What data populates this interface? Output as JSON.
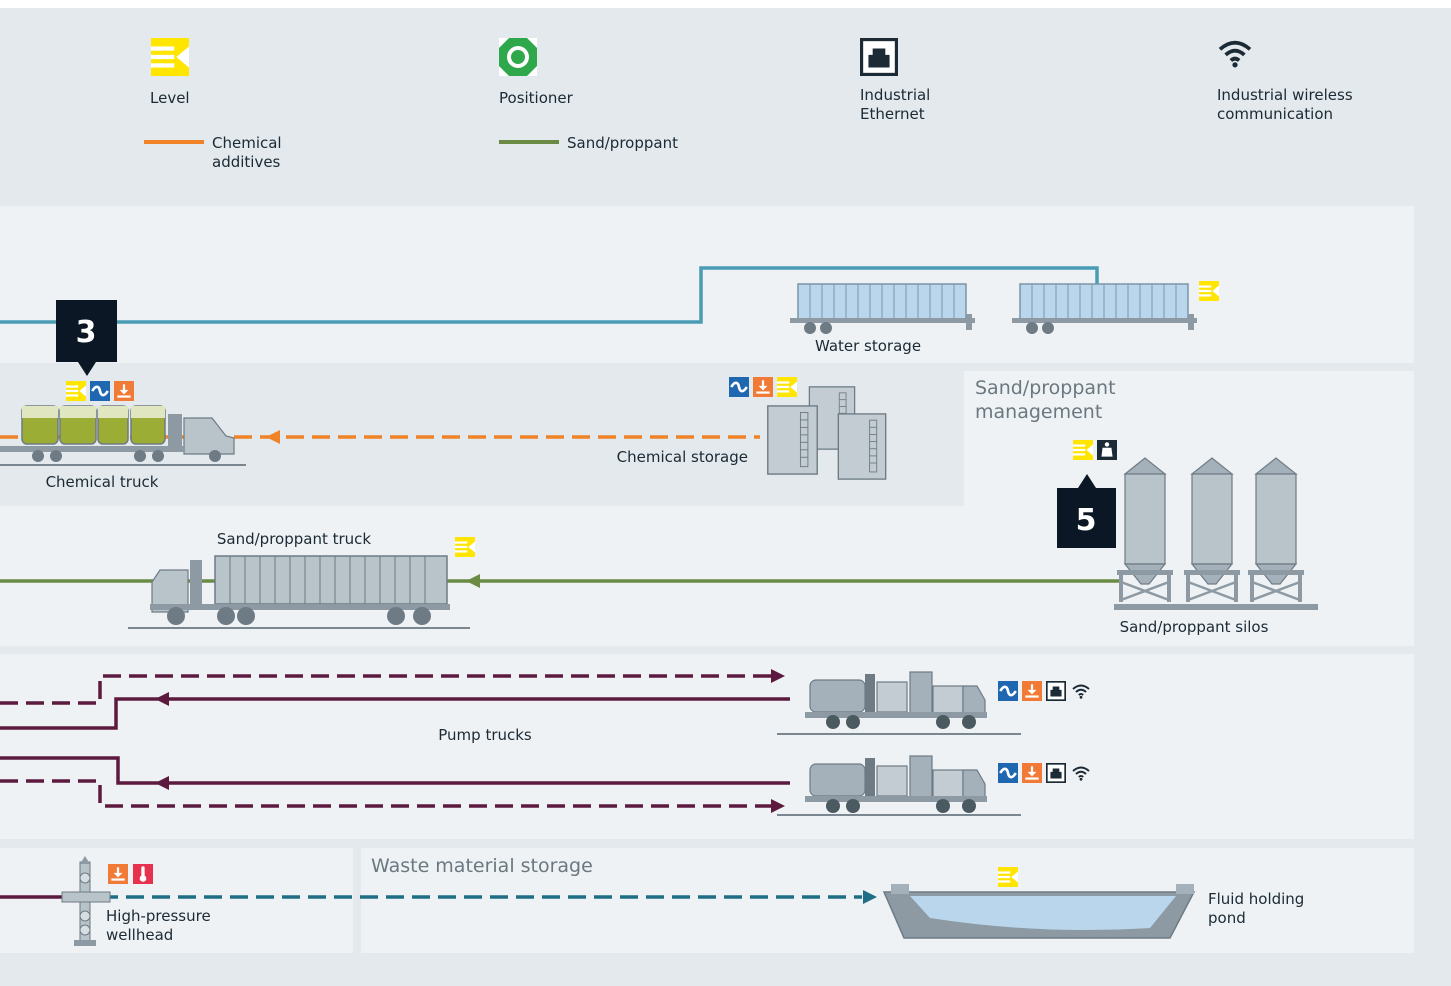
{
  "legend": {
    "level": "Level",
    "positioner": "Positioner",
    "ethernet_1": "Industrial",
    "ethernet_2": "Ethernet",
    "wireless_1": "Industrial wireless",
    "wireless_2": "communication",
    "chemical_1": "Chemical",
    "chemical_2": "additives",
    "sand": "Sand/proppant"
  },
  "labels": {
    "water_storage": "Water storage",
    "chemical_truck": "Chemical truck",
    "chemical_storage": "Chemical storage",
    "sand_management_1": "Sand/proppant",
    "sand_management_2": "management",
    "sand_truck": "Sand/proppant truck",
    "sand_silos": "Sand/proppant silos",
    "pump_trucks": "Pump trucks",
    "wellhead_1": "High-pressure",
    "wellhead_2": "wellhead",
    "waste_storage": "Waste material storage",
    "pond_1": "Fluid holding",
    "pond_2": "pond"
  },
  "badges": {
    "chemical_truck": "3",
    "silos": "5"
  },
  "colors": {
    "water": "#4a9cb4",
    "chemical": "#f08228",
    "sand": "#6b8a44",
    "pump": "#5c1a3f",
    "waste": "#1f6e86",
    "level_icon": "#ffe500",
    "positioner_icon": "#2ea84a",
    "flow_icon": "#1f67b1",
    "pressure_icon": "#f07a36",
    "temp_icon": "#e8314f",
    "badge": "#0b1725"
  },
  "icons": [
    "level-icon",
    "positioner-icon",
    "ethernet-icon",
    "wireless-icon",
    "flow-icon",
    "pressure-icon",
    "weight-icon",
    "temperature-icon"
  ]
}
